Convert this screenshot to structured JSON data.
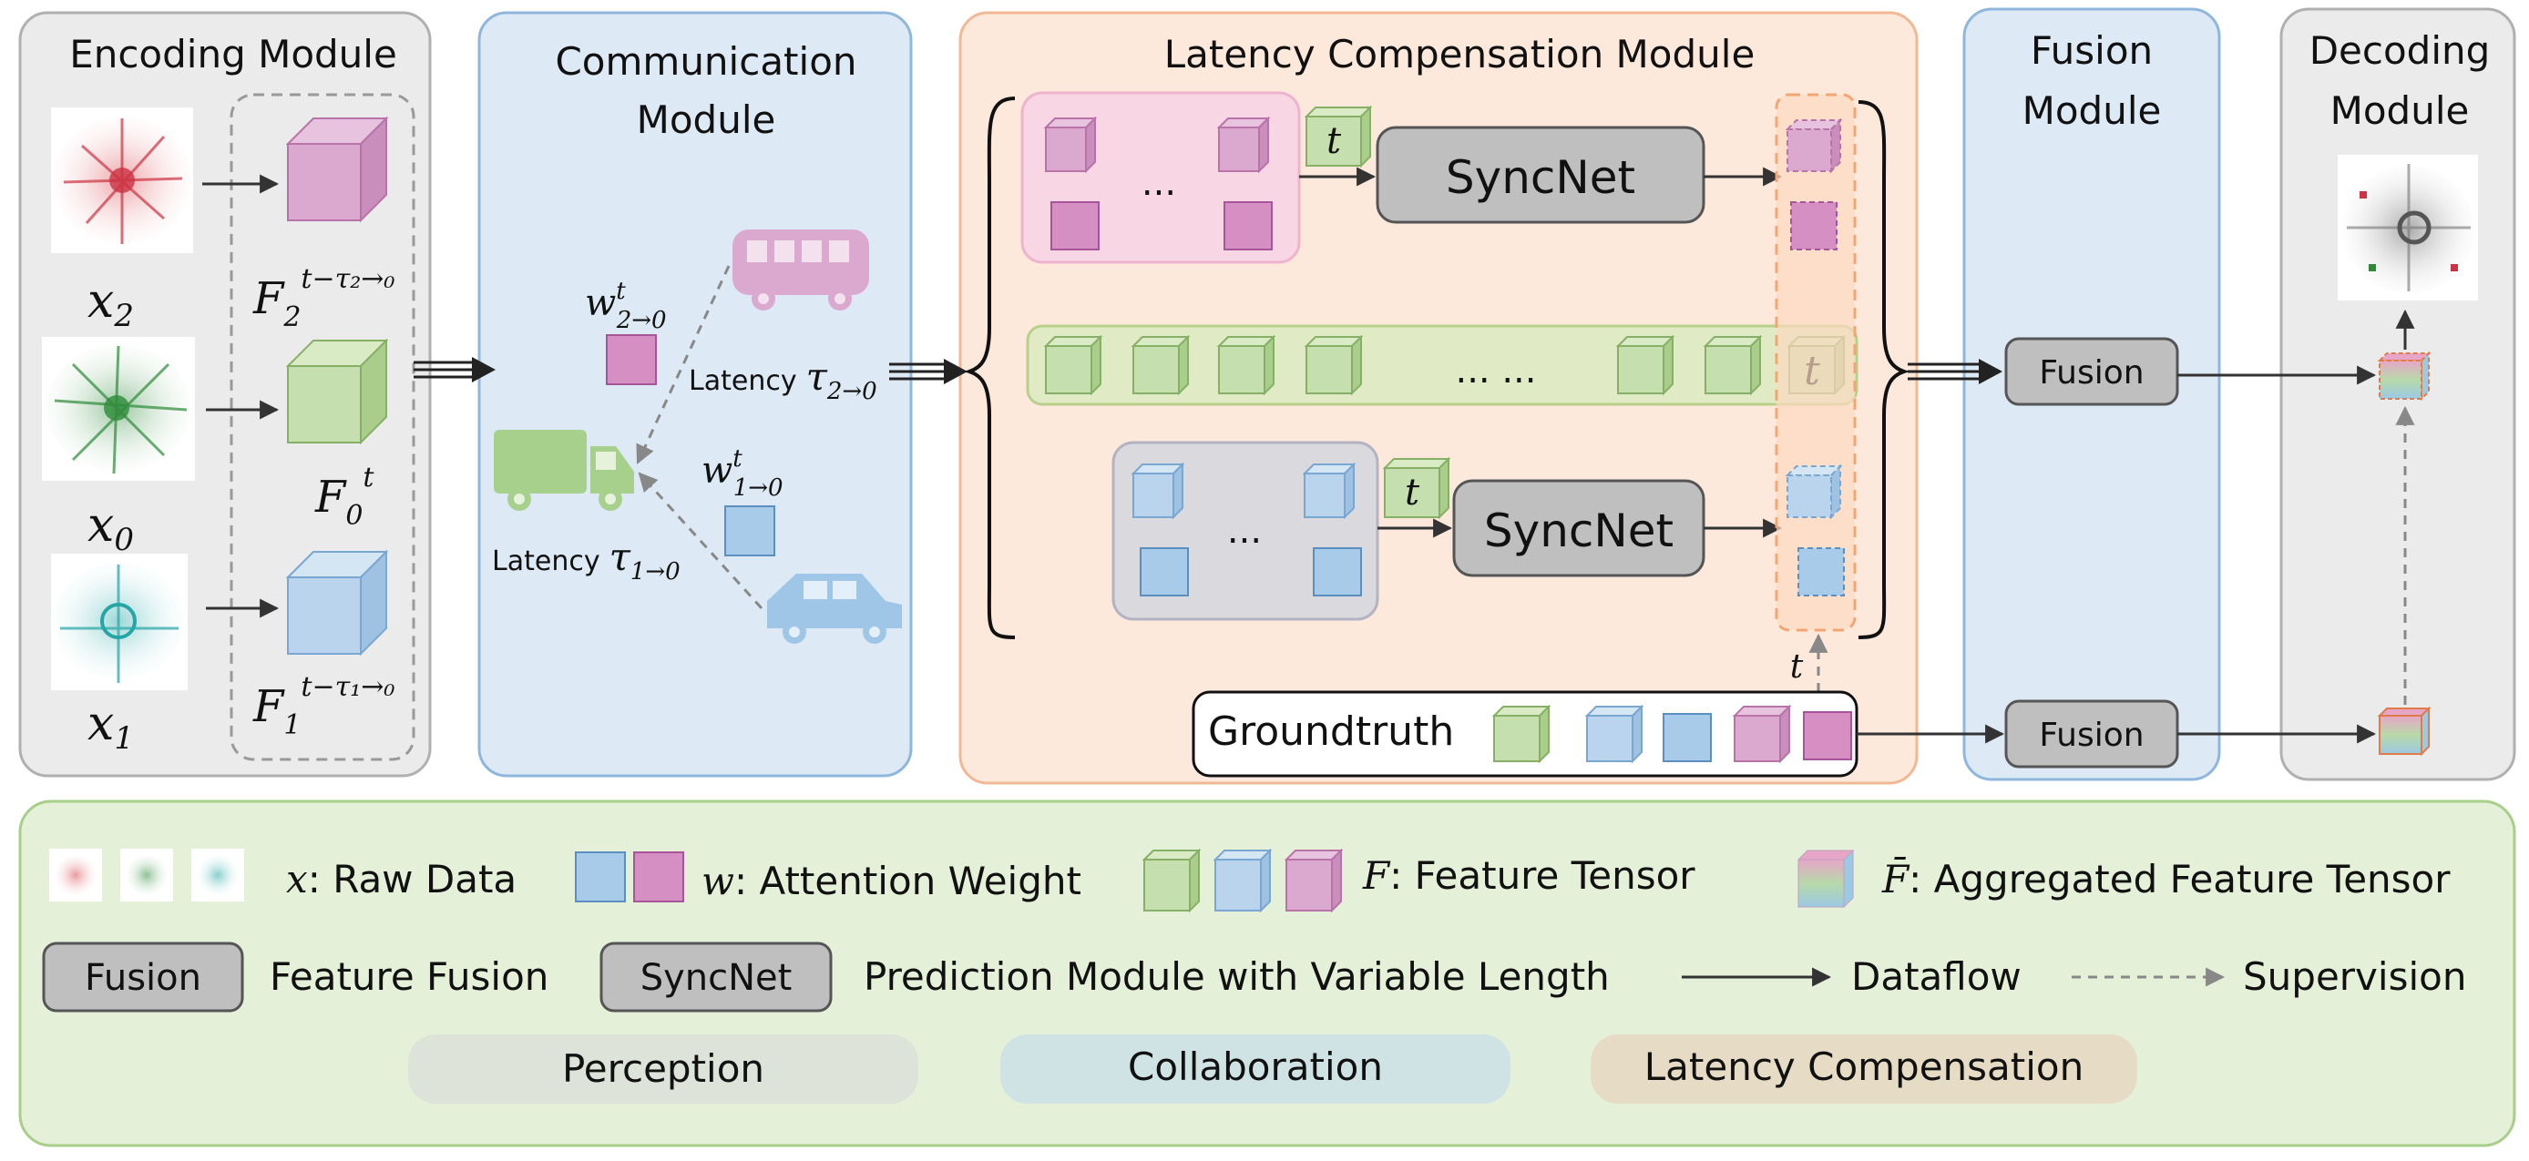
{
  "modules": {
    "encoding": {
      "title": "Encoding Module"
    },
    "communication": {
      "title_line1": "Communication",
      "title_line2": "Module"
    },
    "latency": {
      "title": "Latency Compensation Module"
    },
    "fusion": {
      "title_line1": "Fusion",
      "title_line2": "Module"
    },
    "decoding": {
      "title_line1": "Decoding",
      "title_line2": "Module"
    }
  },
  "encoding": {
    "inputs": [
      {
        "var": "x",
        "sub": "2",
        "feat": "F",
        "feat_sub": "2",
        "feat_sup": "t−τ₂→₀"
      },
      {
        "var": "x",
        "sub": "0",
        "feat": "F",
        "feat_sub": "0",
        "feat_sup": "t"
      },
      {
        "var": "x",
        "sub": "1",
        "feat": "F",
        "feat_sub": "1",
        "feat_sup": "t−τ₁→₀"
      }
    ]
  },
  "communication": {
    "w2": {
      "base": "w",
      "sup": "t",
      "sub": "2→0"
    },
    "w1": {
      "base": "w",
      "sup": "t",
      "sub": "1→0"
    },
    "latency2": {
      "prefix": "Latency",
      "sym": "τ",
      "sub": "2→0"
    },
    "latency1": {
      "prefix": "Latency",
      "sym": "τ",
      "sub": "1→0"
    }
  },
  "latency": {
    "syncnet_label": "SyncNet",
    "time_label": "t",
    "ellipsis": "...",
    "ellipsis_long": "... ...",
    "groundtruth_label": "Groundtruth"
  },
  "fusion": {
    "label": "Fusion"
  },
  "legend": {
    "raw_data": {
      "sym": "x",
      "text": ": Raw Data"
    },
    "attention": {
      "sym": "w",
      "text": ": Attention Weight"
    },
    "feature": {
      "sym": "F",
      "text": ": Feature Tensor"
    },
    "aggregated": {
      "sym": "F̄",
      "text": ": Aggregated Feature Tensor"
    },
    "fusion_box": "Fusion",
    "fusion_text": "Feature Fusion",
    "syncnet_box": "SyncNet",
    "syncnet_text": "Prediction Module with Variable Length",
    "dataflow": "Dataflow",
    "supervision": "Supervision",
    "categories": [
      {
        "label": "Perception",
        "color": "#dde3d8"
      },
      {
        "label": "Collaboration",
        "color": "#cfe2e4"
      },
      {
        "label": "Latency Compensation",
        "color": "#e6dcc5"
      }
    ]
  },
  "colors": {
    "encoding_bg": "#ebebeb",
    "communication_bg": "#dde9f4",
    "latency_bg": "#fde9db",
    "fusion_bg": "#dde9f4",
    "decoding_bg": "#ebebeb",
    "legend_bg": "#e5f0d9",
    "pink": "#dba8d0",
    "green": "#c6dfae",
    "blue": "#b9d4ec",
    "syncnet": "#bfbfbf"
  }
}
